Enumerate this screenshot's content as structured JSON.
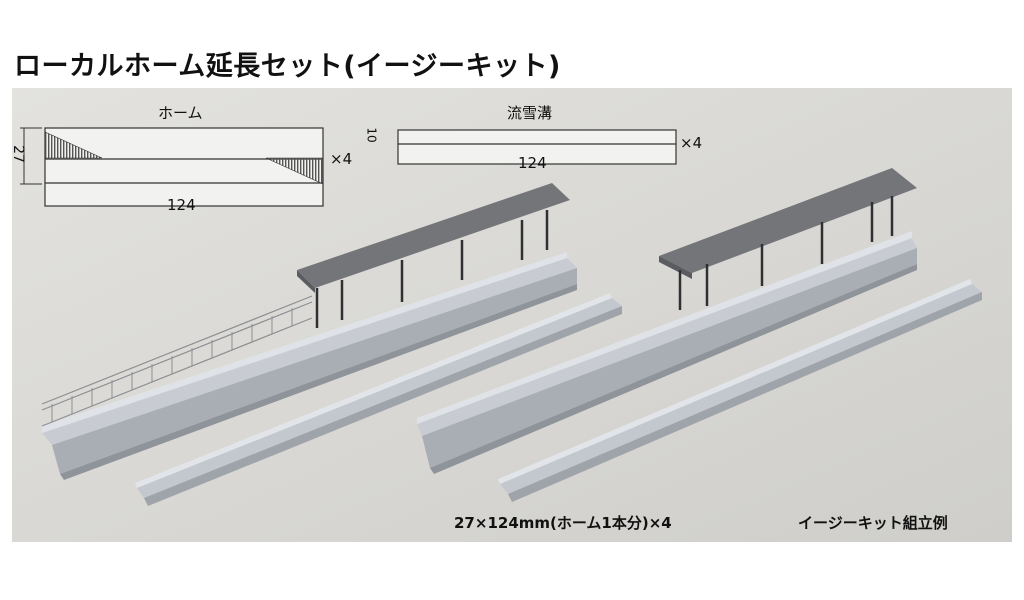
{
  "title": "ローカルホーム延長セット(イージーキット)",
  "diagram_platform": {
    "label": "ホーム",
    "width_dim": "27",
    "length_dim": "124",
    "quantity": "×4"
  },
  "diagram_drain": {
    "label": "流雪溝",
    "width_dim": "10",
    "length_dim": "124",
    "quantity": "×4"
  },
  "caption_left": "27×124mm(ホーム1本分)×4",
  "caption_right": "イージーキット組立例"
}
